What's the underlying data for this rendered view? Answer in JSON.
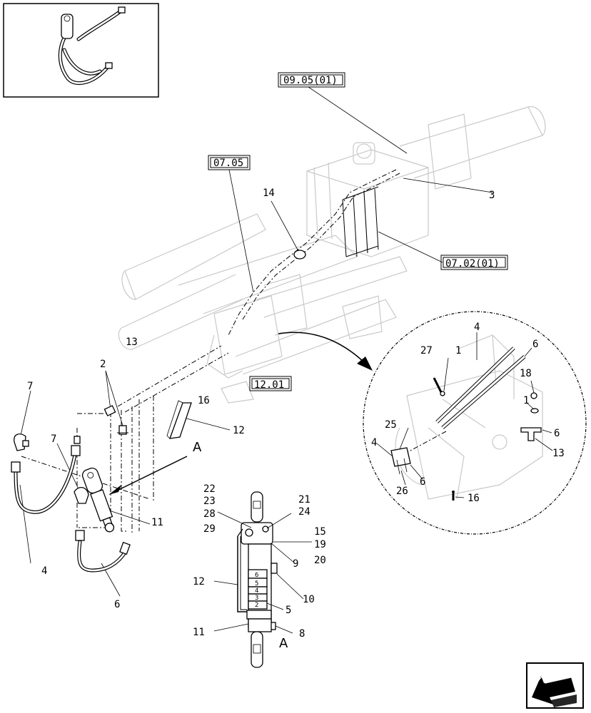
{
  "refs": {
    "r1": "09.05(01)",
    "r2": "07.05",
    "r3": "07.02(01)",
    "r4": "12.01"
  },
  "callouts": {
    "c3": "3",
    "c14": "14",
    "c13a": "13",
    "c2": "2",
    "c16a": "16",
    "c12a": "12",
    "c7a": "7",
    "c7b": "7",
    "c11a": "11",
    "c4a": "4",
    "c6a": "6",
    "c22": "22",
    "c23": "23",
    "c28": "28",
    "c29": "29",
    "c21": "21",
    "c24": "24",
    "c15": "15",
    "c19": "19",
    "c20": "20",
    "c9": "9",
    "c12b": "12",
    "c10": "10",
    "c5": "5",
    "c11b": "11",
    "c8": "8",
    "c4b": "4",
    "c6b": "6",
    "c27": "27",
    "c1a": "1",
    "c18": "18",
    "c1b": "1",
    "c6c": "6",
    "c13b": "13",
    "c25": "25",
    "c4c": "4",
    "c26": "26",
    "c6d": "6",
    "c16b": "16"
  },
  "views": {
    "a1": "A",
    "a2": "A"
  },
  "scale": [
    "6",
    "5",
    "4",
    "3",
    "2"
  ]
}
